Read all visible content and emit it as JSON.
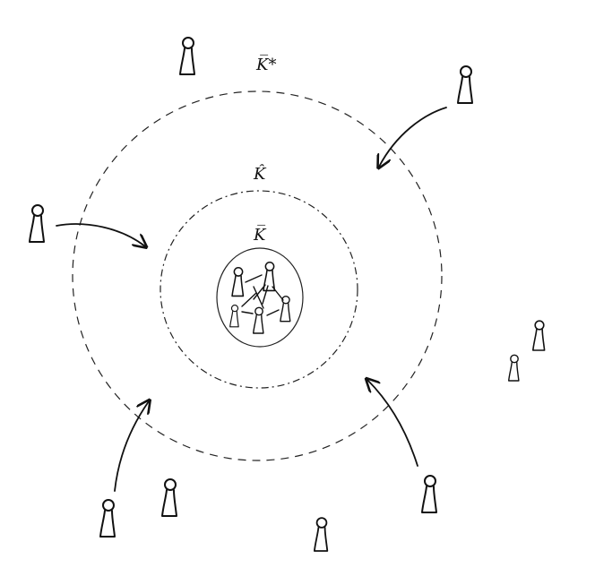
{
  "labels": {
    "outer": "K̅*",
    "middle": "K̂",
    "inner": "K̅"
  },
  "colors": {
    "ink": "#111111",
    "background": "#ffffff"
  }
}
